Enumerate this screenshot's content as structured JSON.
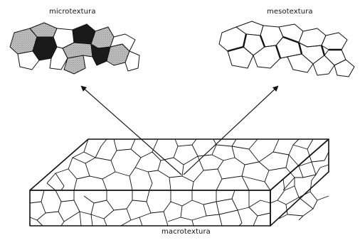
{
  "labels": {
    "micro": "microtextura",
    "meso": "mesotextura",
    "macro": "macrotextura"
  },
  "colors": {
    "stroke": "#111111",
    "grain_fill": "#ffffff",
    "misoriented_fill": "#1a1a1a",
    "mixed_fill": "#b8b8b8"
  }
}
